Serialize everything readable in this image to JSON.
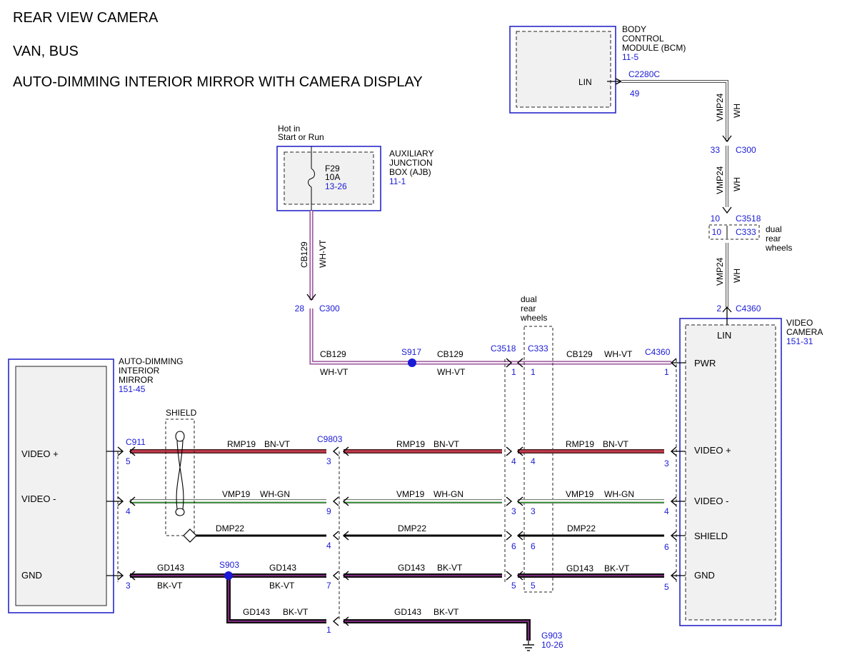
{
  "header": {
    "title": "REAR VIEW CAMERA",
    "vehicle": "VAN, BUS",
    "subtitle": "AUTO-DIMMING INTERIOR MIRROR WITH CAMERA DISPLAY"
  },
  "modules": {
    "bcm": {
      "name_lines": [
        "BODY",
        "CONTROL",
        "MODULE (BCM)"
      ],
      "ref": "11-5",
      "pin_label": "LIN"
    },
    "ajb": {
      "name_lines": [
        "AUXILIARY",
        "JUNCTION",
        "BOX (AJB)"
      ],
      "ref": "11-1",
      "power_lines": [
        "Hot in",
        "Start or Run"
      ],
      "fuse_name": "F29",
      "fuse_rating": "10A",
      "fuse_ref": "13-26"
    },
    "mirror": {
      "name_lines": [
        "AUTO-DIMMING",
        "INTERIOR",
        "MIRROR"
      ],
      "ref": "151-45",
      "pins": [
        "VIDEO +",
        "VIDEO -",
        "GND"
      ]
    },
    "camera": {
      "name_lines": [
        "VIDEO",
        "CAMERA"
      ],
      "ref": "151-31",
      "pins": [
        "LIN",
        "PWR",
        "VIDEO +",
        "VIDEO -",
        "SHIELD",
        "GND"
      ]
    }
  },
  "connectors": {
    "c2280c": "C2280C",
    "c2280c_pin": "49",
    "c300_upper": "C300",
    "c300_upper_pin": "33",
    "c3518_upper": "C3518",
    "c3518_upper_pin": "10",
    "c333_upper": "C333",
    "c333_upper_pin": "10",
    "c4360_lin": "C4360",
    "c4360_lin_pin": "2",
    "c300_lower": "C300",
    "c300_lower_pin": "28",
    "c3518": "C3518",
    "c333": "C333",
    "c4360": "C4360",
    "c911": "C911",
    "c9803": "C9803",
    "s917": "S917",
    "s903": "S903",
    "g903": "G903",
    "g903_ref": "10-26",
    "dual_rear_wheels": "dual rear wheels",
    "dual_rear_lines": [
      "dual",
      "rear",
      "wheels"
    ],
    "shield": "SHIELD"
  },
  "wires": {
    "vmp24": "VMP24",
    "wh": "WH",
    "cb129": "CB129",
    "wh_vt": "WH-VT",
    "rmp19": "RMP19",
    "bn_vt": "BN-VT",
    "vmp19": "VMP19",
    "wh_gn": "WH-GN",
    "dmp22": "DMP22",
    "gd143": "GD143",
    "bk_vt": "BK-VT"
  },
  "pins": {
    "c911": [
      "5",
      "4",
      "3"
    ],
    "c9803": [
      "3",
      "9",
      "4",
      "7",
      "1"
    ],
    "c3518": [
      "1",
      "4",
      "3",
      "6",
      "5"
    ],
    "c333": [
      "1",
      "4",
      "3",
      "6",
      "5"
    ],
    "c4360": [
      "1",
      "3",
      "4",
      "6",
      "5"
    ]
  },
  "colors": {
    "wh_vt_stripe": "#b070b0",
    "bn_vt": "#b02b3c",
    "wh_gn_stripe": "#2e9a2e",
    "bk_vt_stripe": "#8a2a8a",
    "connector_blue": "#1a1ad6"
  }
}
